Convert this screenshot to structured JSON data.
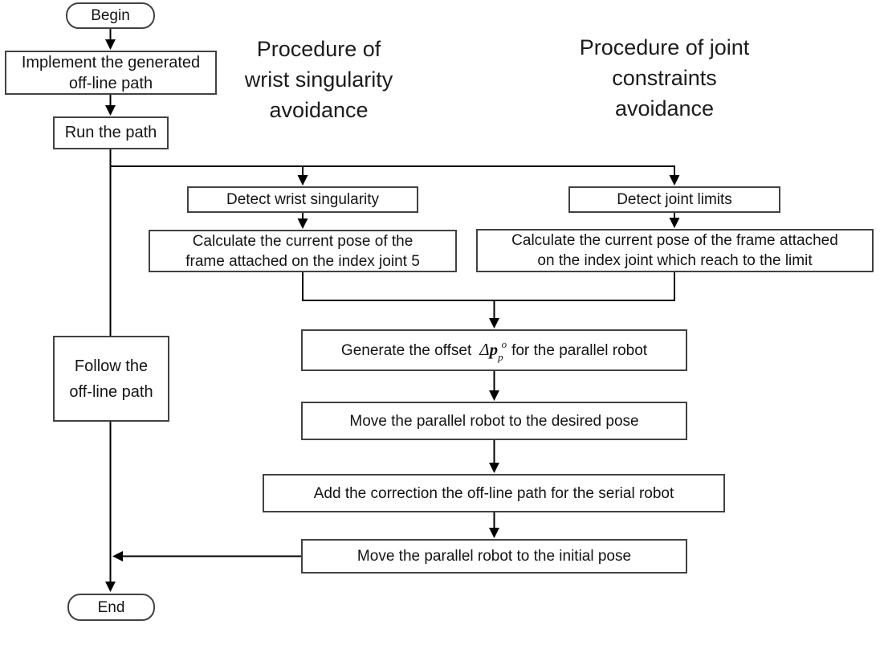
{
  "colors": {
    "background": "#ffffff",
    "ink": "#141414",
    "box_border": "#424242",
    "connector_line": "#000000"
  },
  "headers": {
    "wrist": {
      "lines": [
        "Procedure of",
        "wrist singularity",
        "avoidance"
      ]
    },
    "joint": {
      "lines": [
        "Procedure of joint",
        "constraints",
        "avoidance"
      ]
    }
  },
  "nodes": {
    "begin": {
      "label": "Begin",
      "shape": "rounded-terminal"
    },
    "implement": {
      "lines": [
        "Implement the generated",
        "off-line path"
      ]
    },
    "run": {
      "label": "Run the path"
    },
    "detect_wrist": {
      "label": "Detect wrist singularity"
    },
    "detect_joint": {
      "label": "Detect joint limits"
    },
    "calc_wrist": {
      "lines": [
        "Calculate the current pose of the",
        "frame attached on the index joint 5"
      ]
    },
    "calc_joint": {
      "lines": [
        "Calculate the current pose of the frame attached",
        "on the index joint which reach to the limit"
      ]
    },
    "generate": {
      "prefix": "Generate the offset",
      "formula": {
        "delta": "Δ",
        "base": "p",
        "subscript": "p",
        "superscript": "o"
      },
      "suffix": "for the parallel robot"
    },
    "move_desired": {
      "label": "Move the parallel robot to the desired pose"
    },
    "add_correction": {
      "label": "Add the correction the off-line path for the serial robot"
    },
    "move_initial": {
      "label": "Move the parallel robot to the initial pose"
    },
    "follow": {
      "lines": [
        "Follow the",
        "off-line path"
      ]
    },
    "end": {
      "label": "End",
      "shape": "rounded-terminal"
    }
  }
}
